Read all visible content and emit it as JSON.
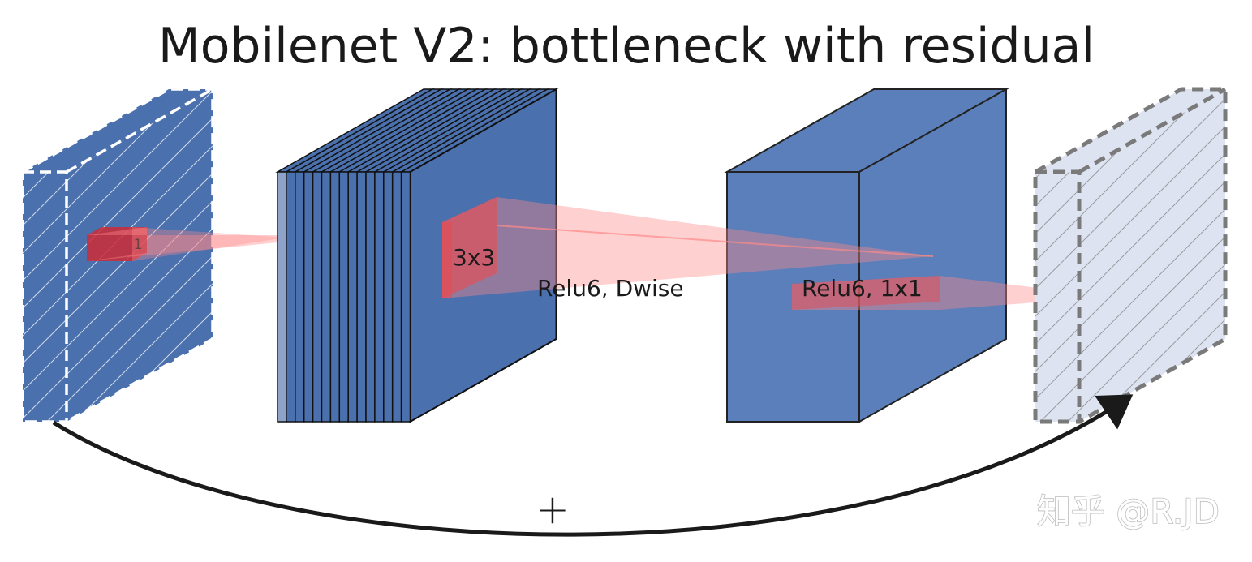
{
  "title": "Mobilenet V2: bottleneck with residual",
  "labels": {
    "input_kernel": "1",
    "dwise_kernel": "3x3",
    "dwise_op": "Relu6, Dwise",
    "project_op": "Relu6, 1x1",
    "residual_symbol": "+"
  },
  "watermark": "知乎 @R.JD",
  "colors": {
    "block_blue": "#4a70ae",
    "block_blue_side": "#5d80b8",
    "output_fill": "#dde3f0",
    "kernel_red": "#cc2a36",
    "projection_pink": "#ff8a8a",
    "arrow": "#1a1a1a"
  }
}
